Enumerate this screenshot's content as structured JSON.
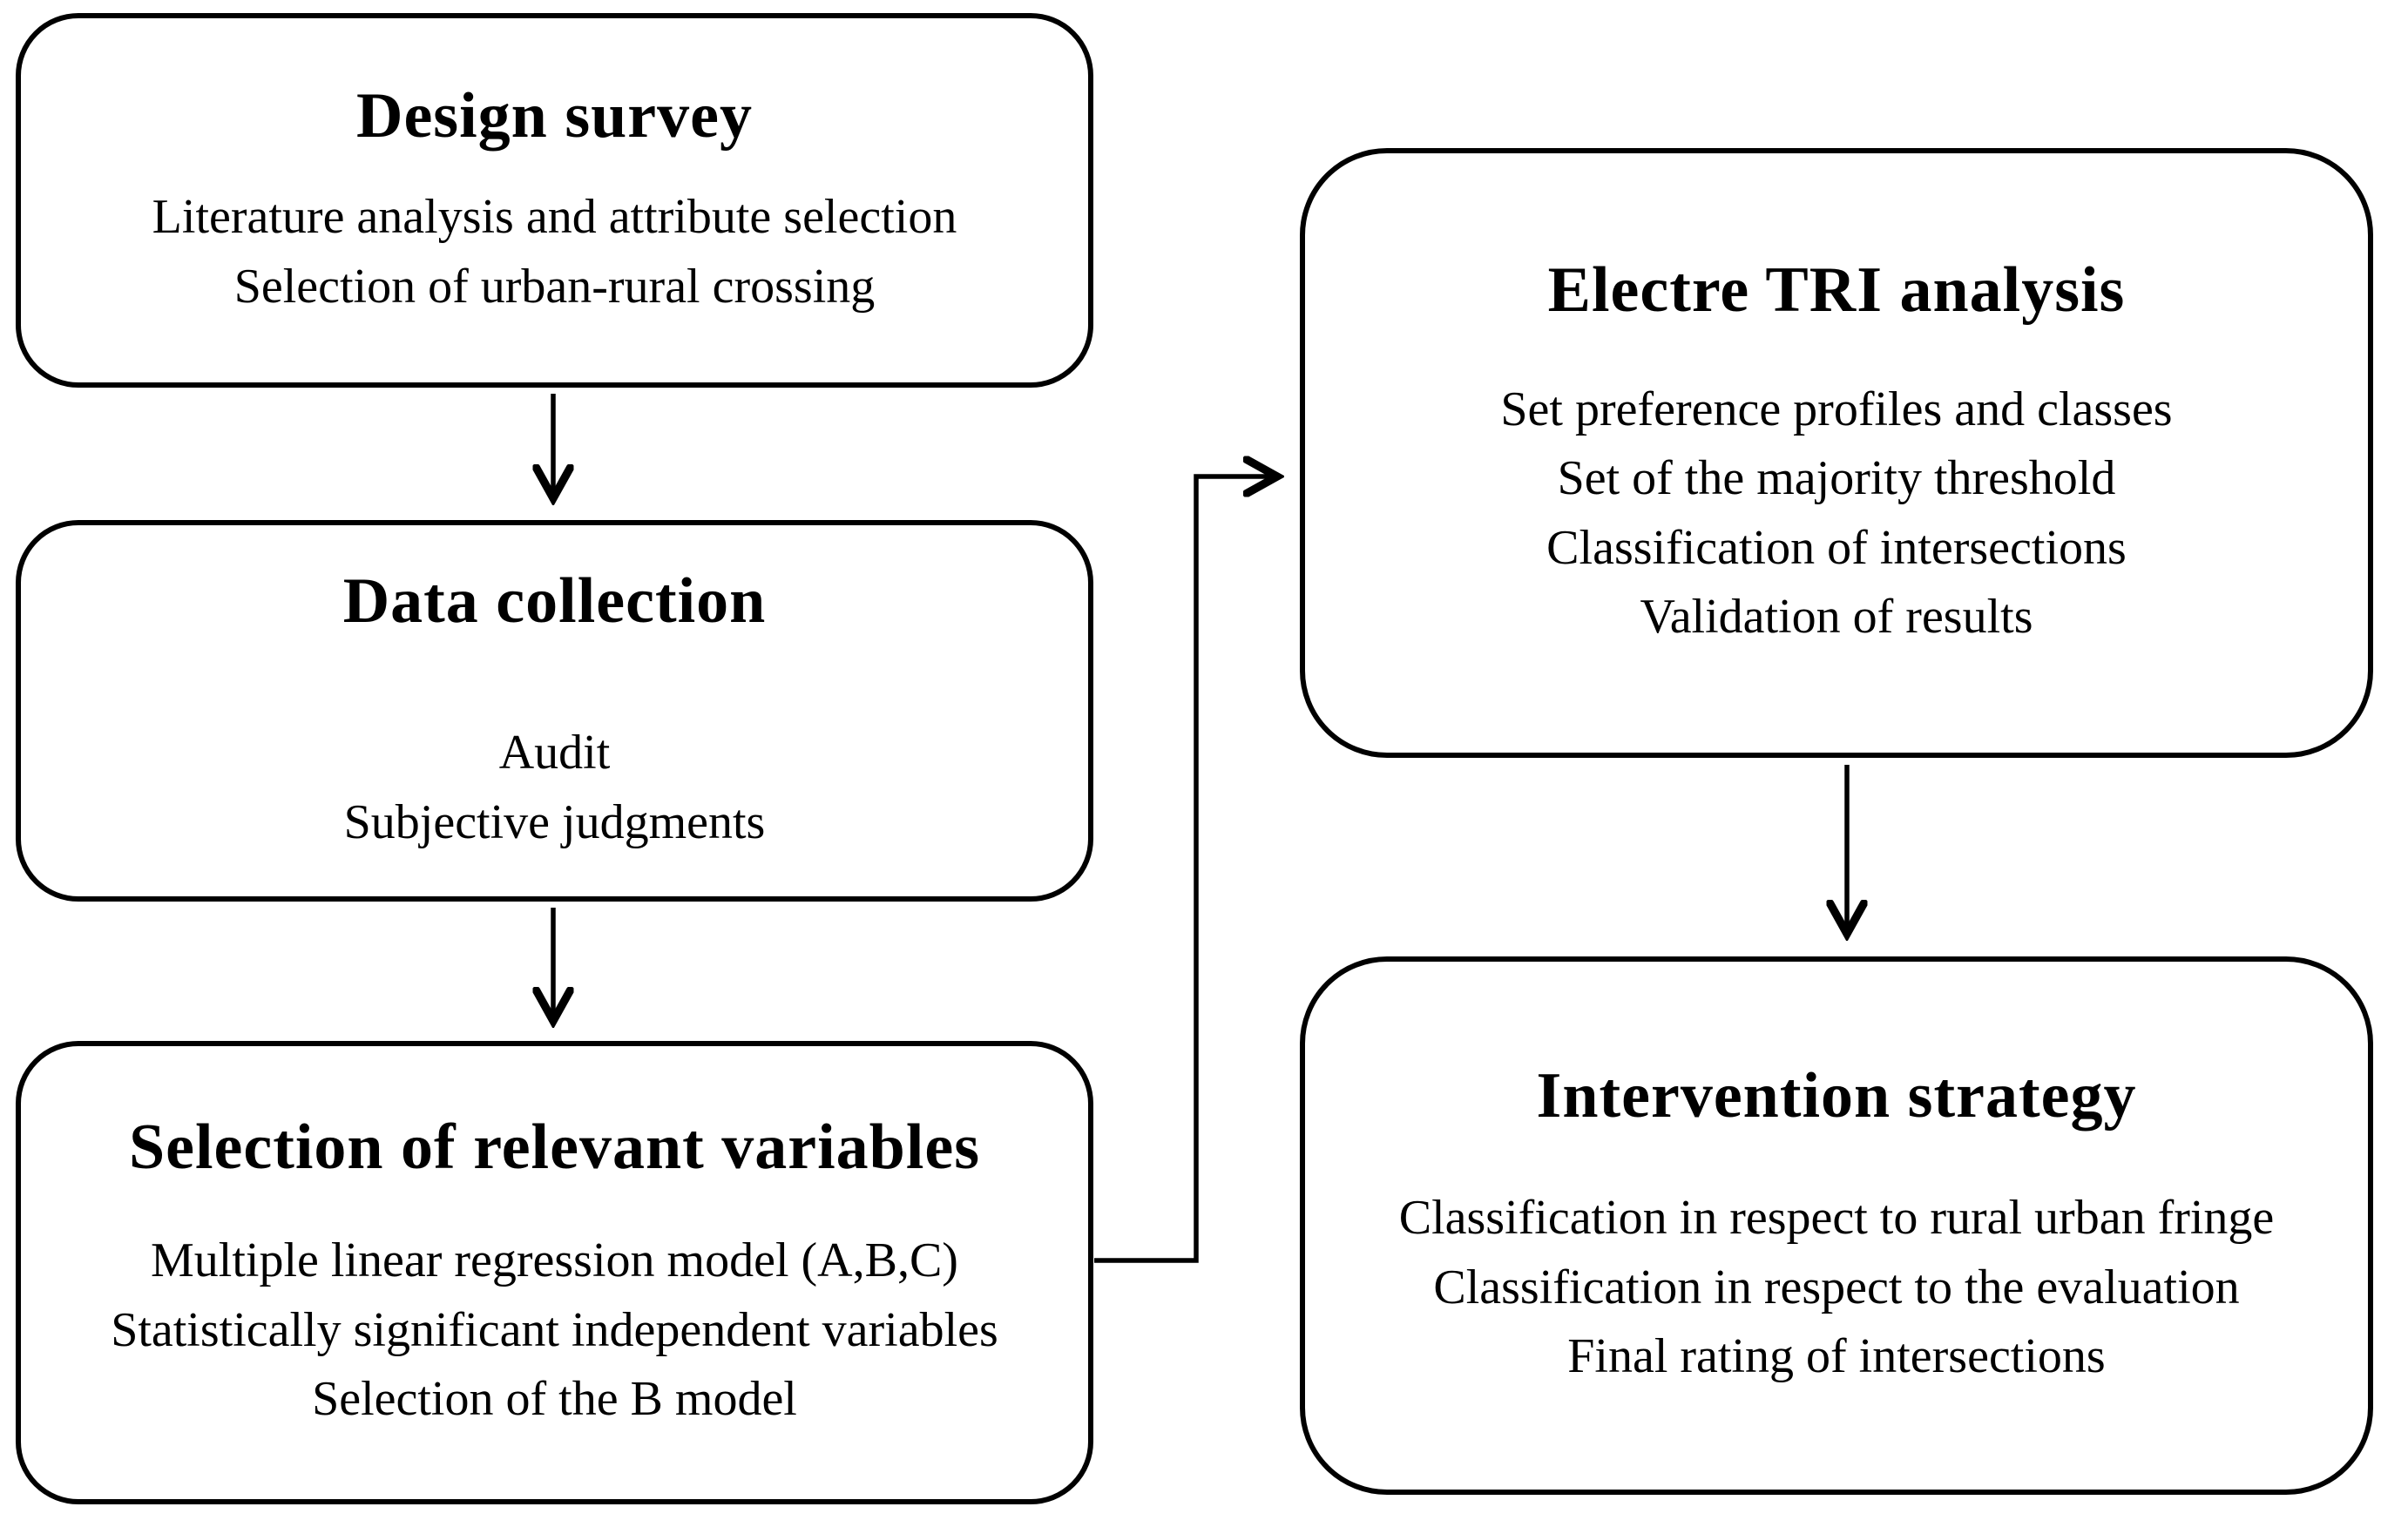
{
  "diagram": {
    "colors": {
      "background": "#ffffff",
      "line": "#000000",
      "text": "#000000"
    },
    "boxes": [
      {
        "id": "design-survey",
        "title": "Design survey",
        "lines": [
          "Literature analysis and attribute selection",
          "Selection of urban-rural crossing"
        ]
      },
      {
        "id": "data-collection",
        "title": "Data collection",
        "lines": [
          "Audit",
          "Subjective judgments"
        ]
      },
      {
        "id": "selection-of-relevant-variables",
        "title": "Selection of relevant variables",
        "lines": [
          "Multiple linear regression model (A,B,C)",
          "Statistically significant independent variables",
          "Selection of the B model"
        ]
      },
      {
        "id": "electre-tri-analysis",
        "title": "Electre TRI analysis",
        "lines": [
          "Set preference profiles and classes",
          "Set of the majority threshold",
          "Classification of intersections",
          "Validation of results"
        ]
      },
      {
        "id": "intervention-strategy",
        "title": "Intervention strategy",
        "lines": [
          "Classification in respect to rural urban fringe",
          "Classification in respect to the evaluation",
          "Final rating of intersections"
        ]
      }
    ],
    "connections": [
      {
        "from": "design-survey",
        "to": "data-collection",
        "shape": "straight-down-arrow"
      },
      {
        "from": "data-collection",
        "to": "selection-of-relevant-variables",
        "shape": "straight-down-arrow"
      },
      {
        "from": "selection-of-relevant-variables",
        "to": "electre-tri-analysis",
        "shape": "elbow-right-up-right-arrow"
      },
      {
        "from": "electre-tri-analysis",
        "to": "intervention-strategy",
        "shape": "straight-down-arrow"
      }
    ]
  }
}
